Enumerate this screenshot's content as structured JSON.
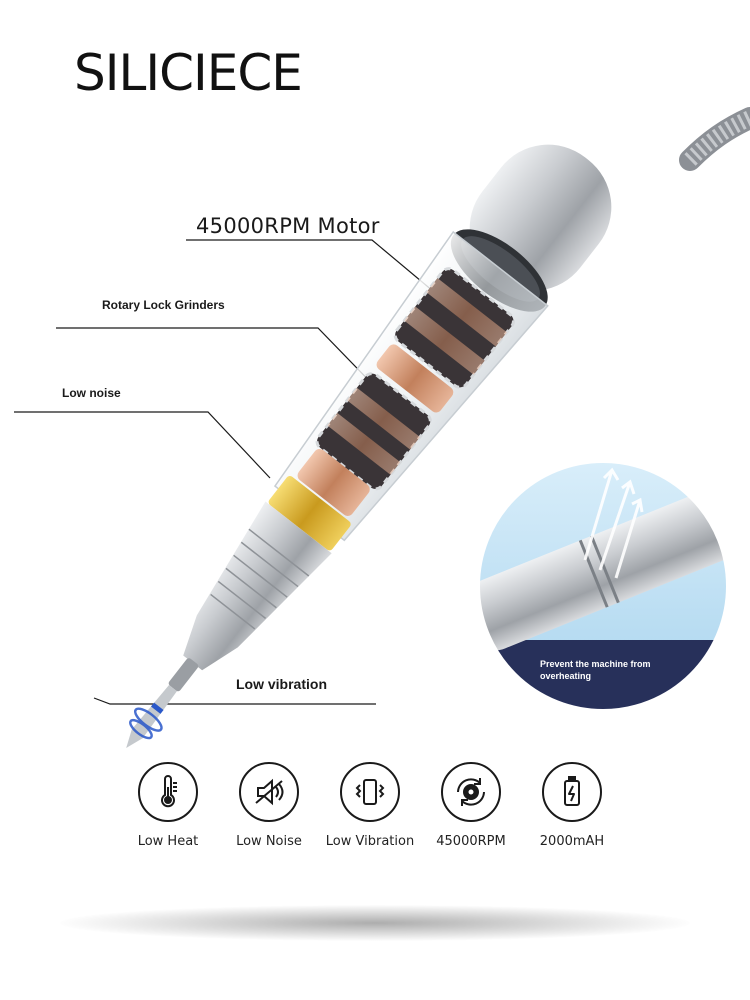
{
  "brand": "SILICIECE",
  "callouts": {
    "motor": "45000RPM Motor",
    "rotary": "Rotary Lock Grinders",
    "noise": "Low noise",
    "vibration": "Low vibration"
  },
  "inset": {
    "text": "Prevent the machine from overheating"
  },
  "features": [
    {
      "label": "Low Heat",
      "icon": "thermometer-icon"
    },
    {
      "label": "Low Noise",
      "icon": "speaker-muted-icon"
    },
    {
      "label": "Low Vibration",
      "icon": "phone-vibrate-icon"
    },
    {
      "label": "45000RPM",
      "icon": "gear-rotate-icon"
    },
    {
      "label": "2000mAH",
      "icon": "battery-charge-icon"
    }
  ],
  "colors": {
    "text": "#1a1a1a",
    "inset_band": "#27305a",
    "inset_light": "#bfe0f3",
    "copper": "#c98a66",
    "gold": "#d9b23a",
    "silver": "#b9bcc0"
  }
}
